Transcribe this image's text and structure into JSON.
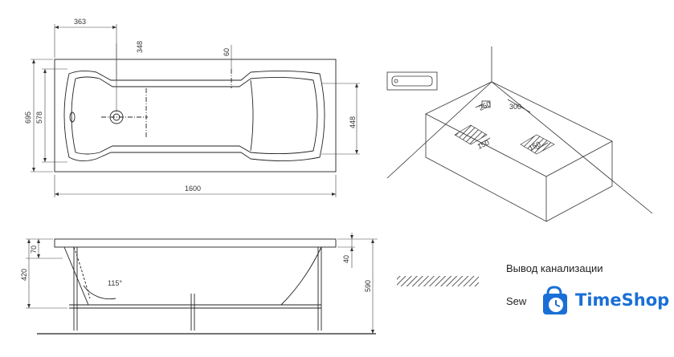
{
  "top_view": {
    "dim_363": "363",
    "dim_348": "348",
    "dim_60": "60",
    "dim_695": "695",
    "dim_578": "578",
    "dim_448": "448",
    "dim_1600": "1600"
  },
  "side_view": {
    "dim_70": "70",
    "dim_420": "420",
    "dim_40": "40",
    "dim_590": "590",
    "angle": "115°"
  },
  "room_view": {
    "dim_250": "250",
    "dim_300": "300",
    "dim_150_left": "150",
    "dim_150_right": "150"
  },
  "legend": {
    "drain_label": "Вывод канализации",
    "sewer_label": "Sew"
  },
  "brand": {
    "name": "TimeShop",
    "color": "#1a6fd6",
    "icon": "shopping-bag-clock-icon"
  }
}
